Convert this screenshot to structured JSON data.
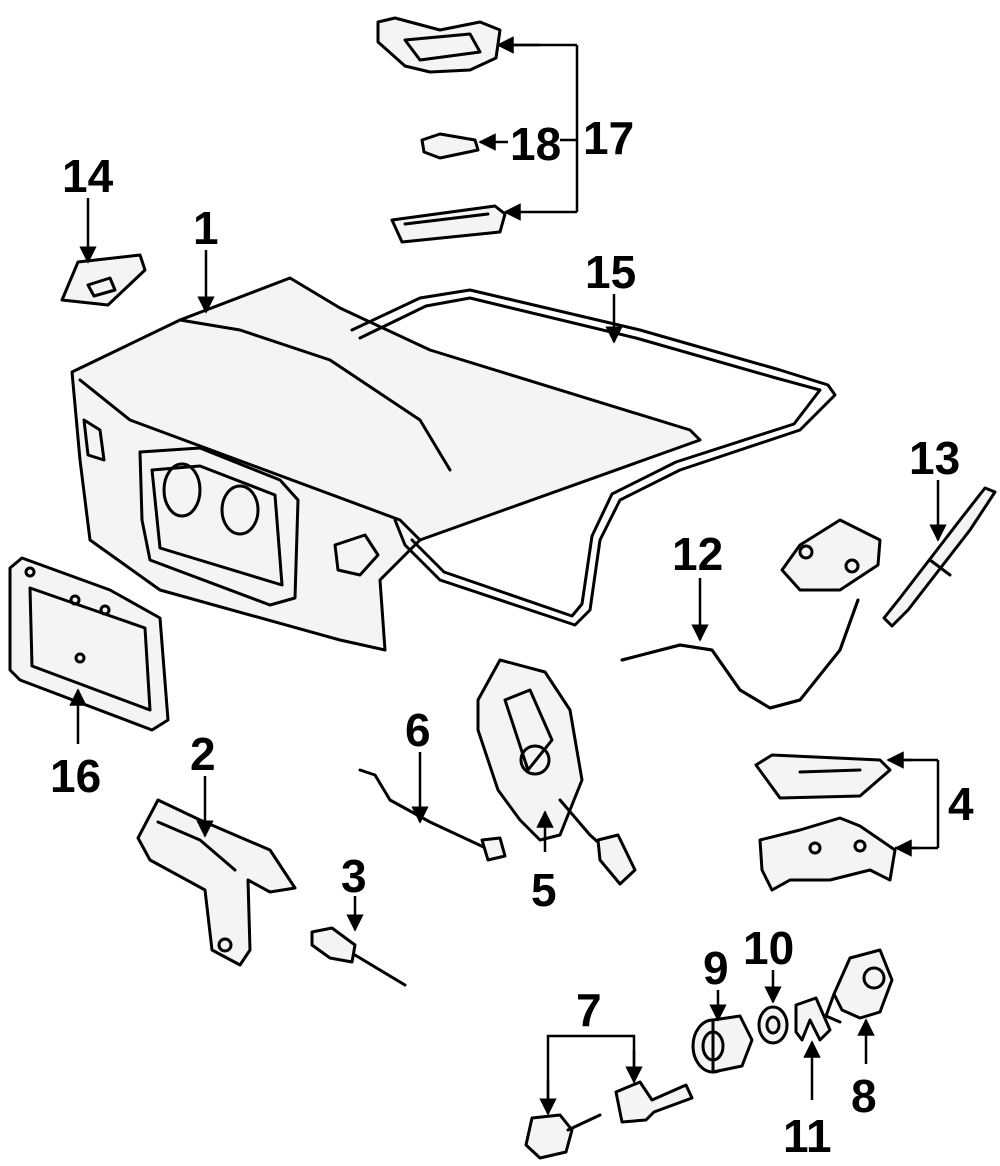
{
  "diagram": {
    "type": "exploded-parts",
    "callouts": {
      "c1": "1",
      "c2": "2",
      "c3": "3",
      "c4": "4",
      "c5": "5",
      "c6": "6",
      "c7": "7",
      "c8": "8",
      "c9": "9",
      "c10": "10",
      "c11": "11",
      "c12": "12",
      "c13": "13",
      "c14": "14",
      "c15": "15",
      "c16": "16",
      "c17": "17",
      "c18": "18"
    }
  }
}
